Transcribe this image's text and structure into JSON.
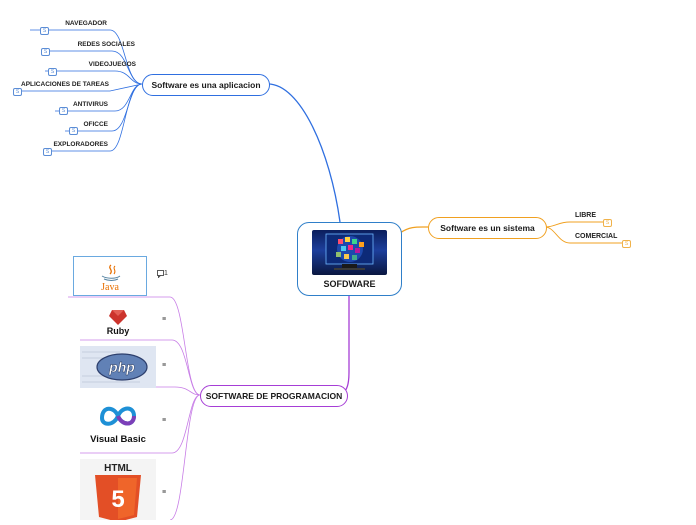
{
  "central": {
    "label": "SOFDWARE"
  },
  "topics": {
    "aplicacion": "Software es una aplicacion",
    "sistema": "Software es un sistema",
    "programacion": "SOFTWARE DE PROGRAMACION"
  },
  "aplicacion_items": [
    {
      "label": "NAVEGADOR",
      "badge": "S"
    },
    {
      "label": "REDES SOCIALES",
      "badge": "S"
    },
    {
      "label": "VIDEOJUEGOS",
      "badge": "S"
    },
    {
      "label": "APLICACIONES DE TAREAS",
      "badge": "S"
    },
    {
      "label": "ANTIVIRUS",
      "badge": "S"
    },
    {
      "label": "OFICCE",
      "badge": "S"
    },
    {
      "label": "EXPLORADORES",
      "badge": "S"
    }
  ],
  "sistema_items": [
    {
      "label": "LIBRE",
      "badge": "S"
    },
    {
      "label": "COMERCIAL",
      "badge": "S"
    }
  ],
  "programacion_items": [
    {
      "logo": "Java",
      "icon": "comment-icon",
      "note": "1"
    },
    {
      "logo": "Ruby",
      "icon": "notes-icon",
      "note": "≡"
    },
    {
      "logo": "php",
      "icon": "notes-icon",
      "note": "≡"
    },
    {
      "logo": "Visual Basic",
      "icon": "notes-icon",
      "note": "≡"
    },
    {
      "logo": "HTML",
      "logo_number": "5",
      "icon": "notes-icon",
      "note": "≡"
    }
  ],
  "colors": {
    "aplicacion": "#2f6fe0",
    "sistema": "#f0a020",
    "programacion": "#a63ed6",
    "central": "#2f7fc9"
  }
}
